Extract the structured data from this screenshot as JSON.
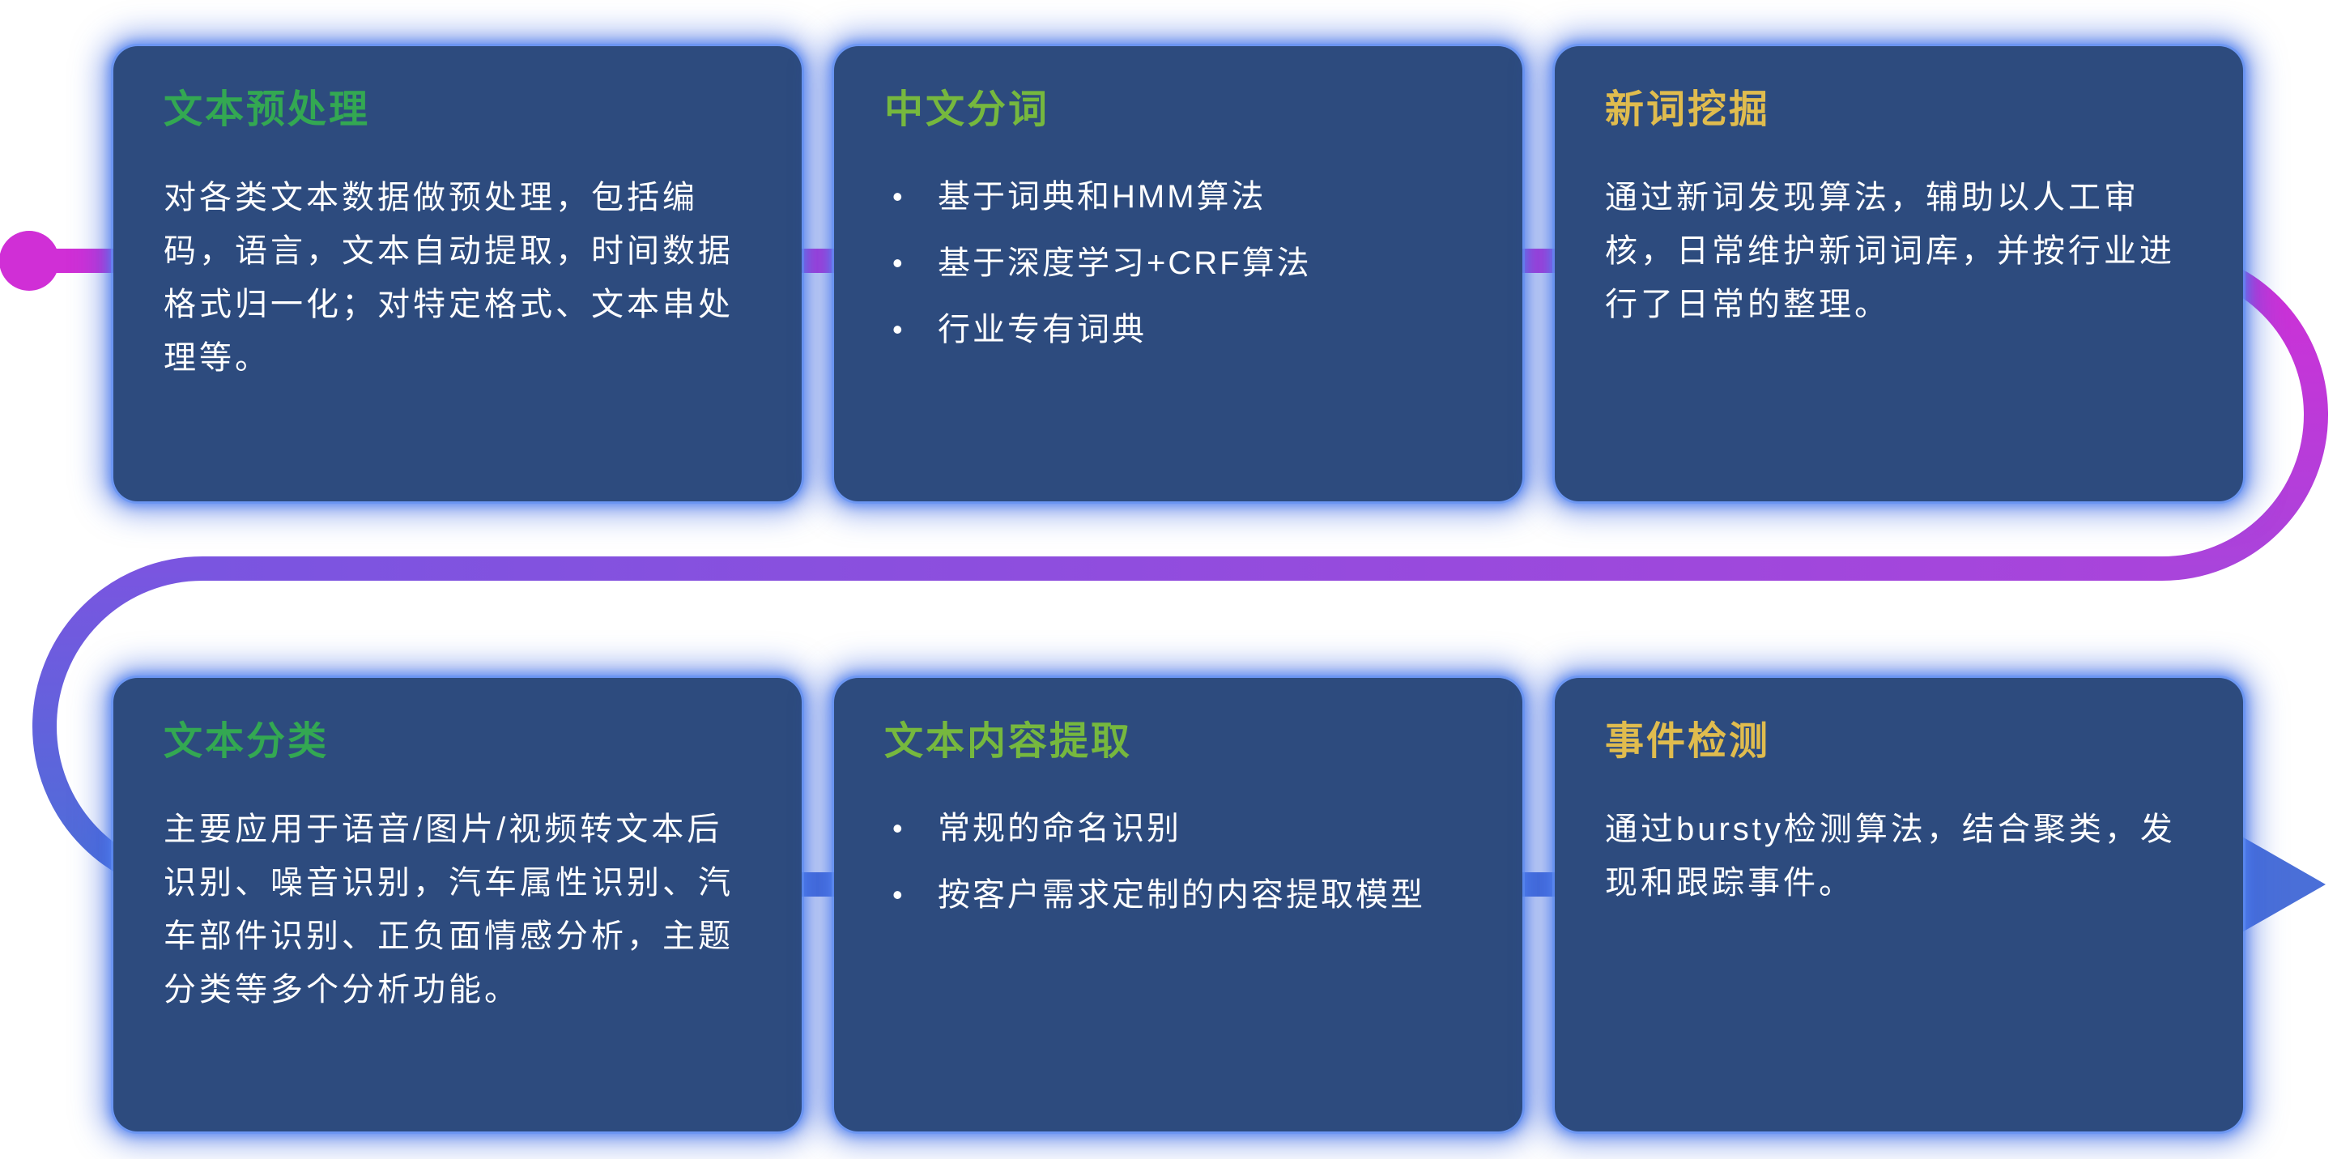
{
  "flow": {
    "colors": {
      "start_magenta": "#d02fd6",
      "mid_purple": "#7a55e0",
      "junction_purple": "#a944db",
      "end_blue": "#4a6fd8"
    },
    "card_background": "#2d4b7e",
    "card_glow": "#3a66e0",
    "page_background": "#ffffff"
  },
  "cards": [
    {
      "title": "文本预处理",
      "title_color": "#33a852",
      "body": "对各类文本数据做预处理，包括编码，语言，文本自动提取，时间数据格式归一化；对特定格式、文本串处理等。",
      "bullets": []
    },
    {
      "title": "中文分词",
      "title_color": "#76b83e",
      "body": "",
      "bullets": [
        "基于词典和HMM算法",
        "基于深度学习+CRF算法",
        "行业专有词典"
      ]
    },
    {
      "title": "新词挖掘",
      "title_color": "#e0bc4e",
      "body": "通过新词发现算法，辅助以人工审核，日常维护新词词库，并按行业进行了日常的整理。",
      "bullets": []
    },
    {
      "title": "文本分类",
      "title_color": "#33a852",
      "body": "主要应用于语音/图片/视频转文本后识别、噪音识别，汽车属性识别、汽车部件识别、正负面情感分析，主题分类等多个分析功能。",
      "bullets": []
    },
    {
      "title": "文本内容提取",
      "title_color": "#76b83e",
      "body": "",
      "bullets": [
        "常规的命名识别",
        "按客户需求定制的内容提取模型"
      ]
    },
    {
      "title": "事件检测",
      "title_color": "#e0bc4e",
      "body": "通过bursty检测算法，结合聚类，发现和跟踪事件。",
      "bullets": []
    }
  ]
}
